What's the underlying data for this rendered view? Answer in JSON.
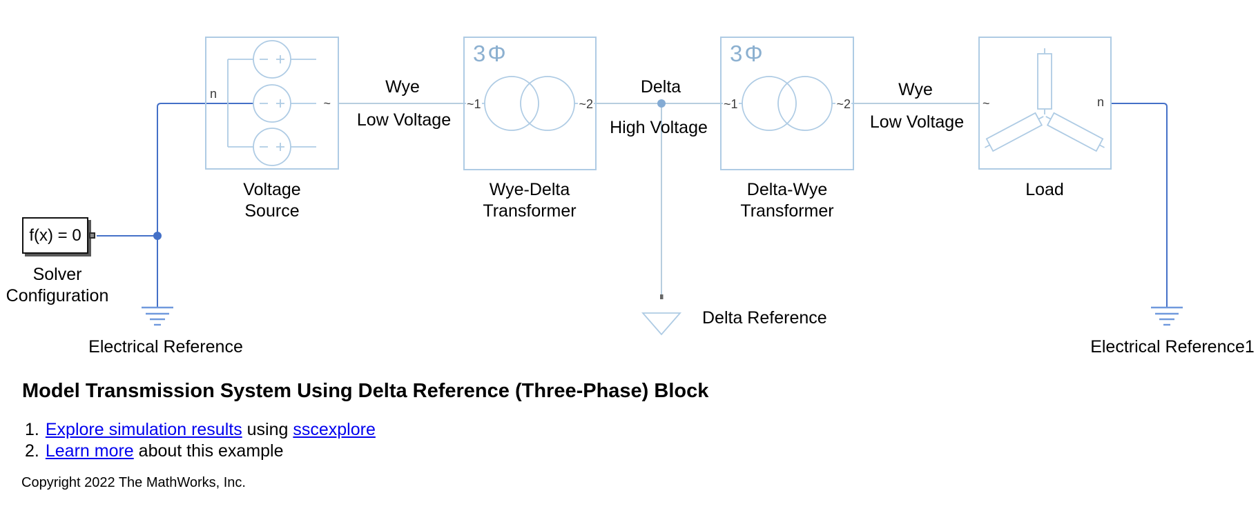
{
  "model": {
    "blocks": {
      "solver_configuration": {
        "display": "f(x) = 0",
        "name_line1": "Solver",
        "name_line2": "Configuration"
      },
      "voltage_source": {
        "name_line1": "Voltage",
        "name_line2": "Source",
        "port_n": "n",
        "port_ac": "~"
      },
      "wye_delta_transformer": {
        "badge": "3Φ",
        "name_line1": "Wye-Delta",
        "name_line2": "Transformer",
        "port_1": "~1",
        "port_2": "~2"
      },
      "delta_wye_transformer": {
        "badge": "3Φ",
        "name_line1": "Delta-Wye",
        "name_line2": "Transformer",
        "port_1": "~1",
        "port_2": "~2"
      },
      "load": {
        "name": "Load",
        "port_ac": "~",
        "port_n": "n"
      },
      "electrical_reference": {
        "name": "Electrical Reference"
      },
      "electrical_reference1": {
        "name": "Electrical Reference1"
      },
      "delta_reference": {
        "name": "Delta Reference"
      }
    },
    "wire_labels": {
      "source_side": {
        "top": "Wye",
        "bottom": "Low Voltage"
      },
      "transmission": {
        "top": "Delta",
        "bottom": "High Voltage"
      },
      "load_side": {
        "top": "Wye",
        "bottom": "Low Voltage"
      }
    },
    "colors": {
      "wire": "#4470c7",
      "phase_wire": "#b7cedf",
      "block_outline": "#aecbe4",
      "ground": "#7099dd",
      "badge_text": "#8cb0d0",
      "link": "#0000ee"
    }
  },
  "annotations": {
    "title": "Model Transmission System Using Delta Reference (Three-Phase) Block",
    "item1": {
      "number": "1.",
      "link1": "Explore simulation results",
      "middle": " using ",
      "link2": "sscexplore"
    },
    "item2": {
      "number": "2.",
      "link1": "Learn more",
      "after": " about this example"
    },
    "copyright": "Copyright 2022 The MathWorks, Inc."
  }
}
